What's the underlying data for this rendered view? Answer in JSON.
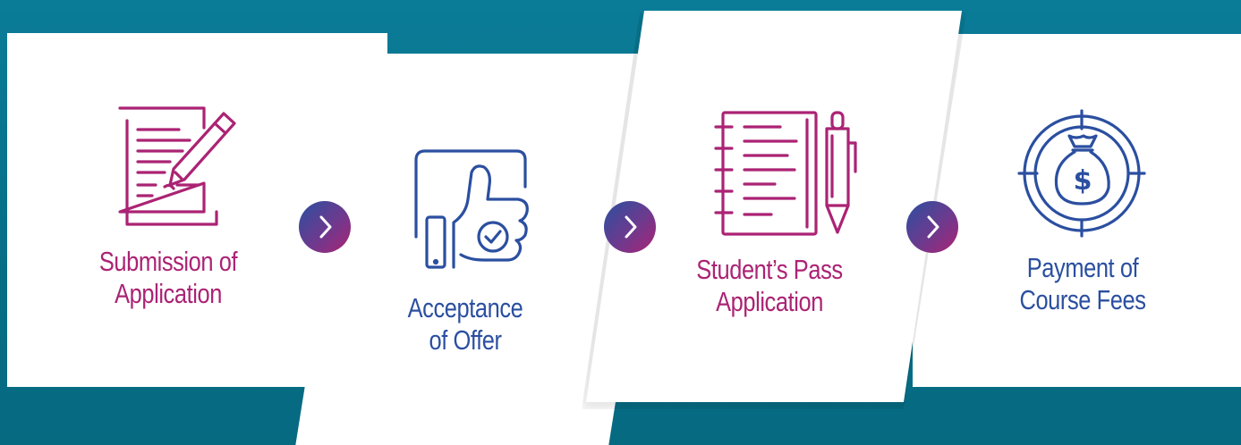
{
  "steps": [
    {
      "line1": "Submission of",
      "line2": "Application",
      "icon": "document-pen-icon",
      "color": "#ab2374"
    },
    {
      "line1": "Acceptance",
      "line2": "of Offer",
      "icon": "thumbs-up-check-icon",
      "color": "#2b4fa0"
    },
    {
      "line1": "Student’s Pass",
      "line2": "Application",
      "icon": "notebook-pen-icon",
      "color": "#ab2374"
    },
    {
      "line1": "Payment of",
      "line2": "Course Fees",
      "icon": "money-bag-target-icon",
      "color": "#2b4fa0"
    }
  ],
  "connectors": [
    {
      "icon": "chevron-right-icon"
    },
    {
      "icon": "chevron-right-icon"
    },
    {
      "icon": "chevron-right-icon"
    }
  ],
  "colors": {
    "background": "#076f87",
    "card": "#ffffff",
    "magenta": "#ab2374",
    "blue": "#2b4fa0"
  }
}
